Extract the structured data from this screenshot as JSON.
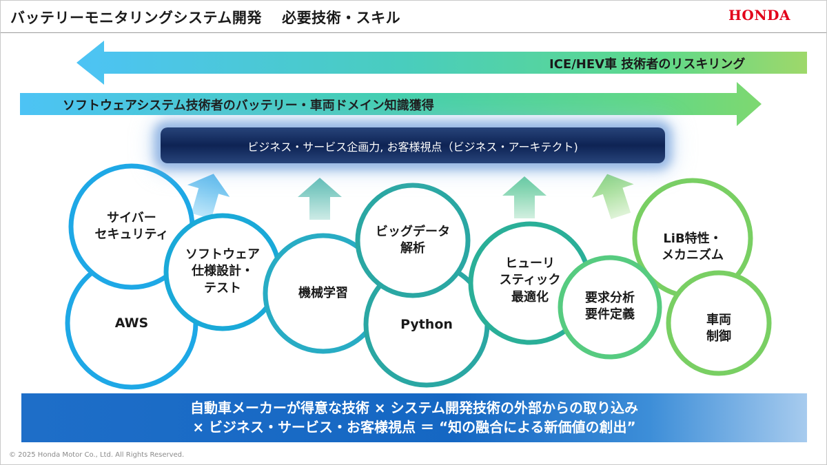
{
  "title": "バッテリーモニタリングシステム開発　 必要技術・スキル",
  "logo": "HONDA",
  "arrows": {
    "left_label": "ICE/HEV車 技術者のリスキリング",
    "right_label": "ソフトウェアシステム技術者のバッテリー・車両ドメイン知識獲得"
  },
  "goal_box": "ビジネス・サービス企画力, お客様視点（ビジネス・アーキテクト)",
  "skills": [
    {
      "label": "サイバー\nセキュリティ"
    },
    {
      "label": "AWS"
    },
    {
      "label": "ソフトウェア\n仕様設計・\nテスト"
    },
    {
      "label": "機械学習"
    },
    {
      "label": "ビッグデータ\n解析"
    },
    {
      "label": "Python"
    },
    {
      "label": "ヒューリ\nスティック\n最適化"
    },
    {
      "label": "要求分析\n要件定義"
    },
    {
      "label": "LiB特性・\nメカニズム"
    },
    {
      "label": "車両\n制御"
    }
  ],
  "banner": {
    "line1": "自動車メーカーが得意な技術 × システム開発技術の外部からの取り込み",
    "line2": "× ビジネス・サービス・お客様視点 ＝ “知の融合による新価値の創出”"
  },
  "footer": "© 2025 Honda Motor Co., Ltd. All Rights Reserved.",
  "colors": {
    "logo": "#e2001a",
    "arrow_light_blue": "#4dc3f5",
    "arrow_green": "#8fd65a",
    "goal_box": "#0e2354",
    "banner": "#1567c3"
  }
}
